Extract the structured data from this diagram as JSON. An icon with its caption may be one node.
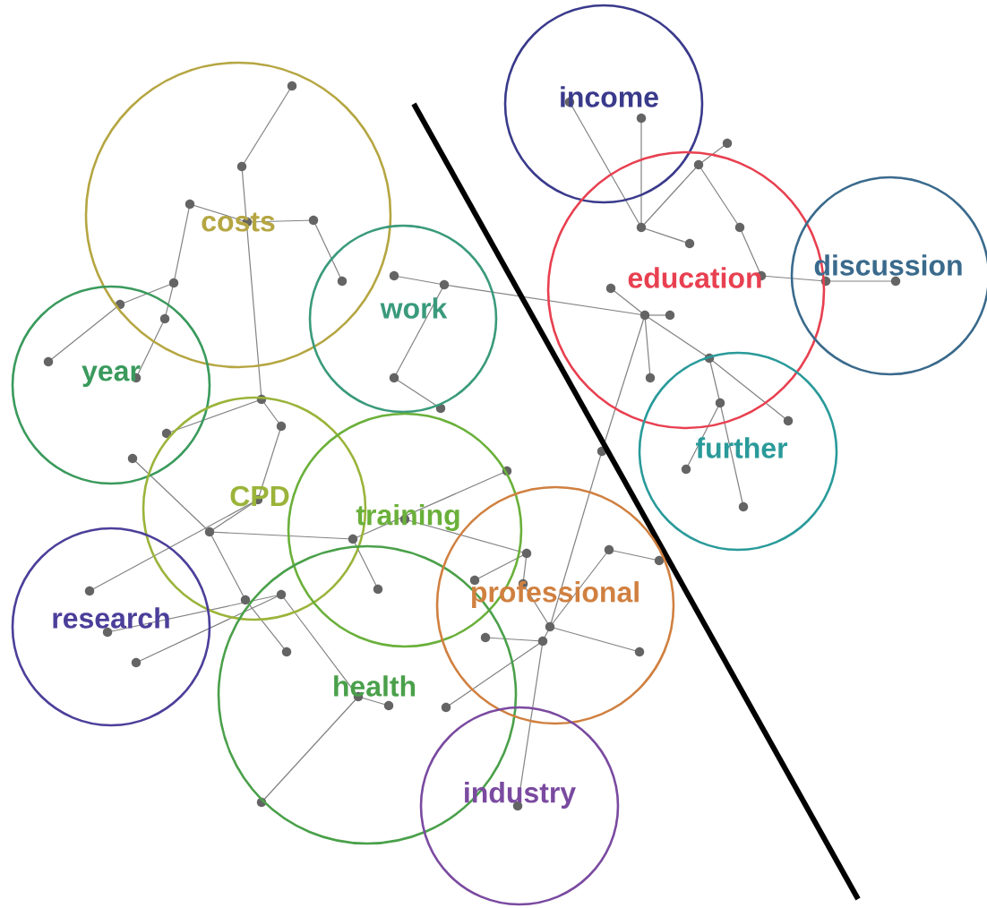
{
  "diagram": {
    "nodes": [
      {
        "text": [
          "costs"
        ]
      },
      {
        "text": [
          "work"
        ]
      },
      {
        "text": [
          "year"
        ]
      },
      {
        "text": [
          "CPD"
        ]
      },
      {
        "text": [
          "training"
        ]
      },
      {
        "text": [
          "research"
        ]
      },
      {
        "text": [
          "health"
        ]
      },
      {
        "text": [
          "professional"
        ]
      },
      {
        "text": [
          "industry"
        ]
      },
      {
        "text": [
          "income"
        ]
      },
      {
        "text": [
          "education"
        ]
      },
      {
        "text": [
          "discussion"
        ]
      },
      {
        "text": [
          "further"
        ]
      }
    ]
  }
}
